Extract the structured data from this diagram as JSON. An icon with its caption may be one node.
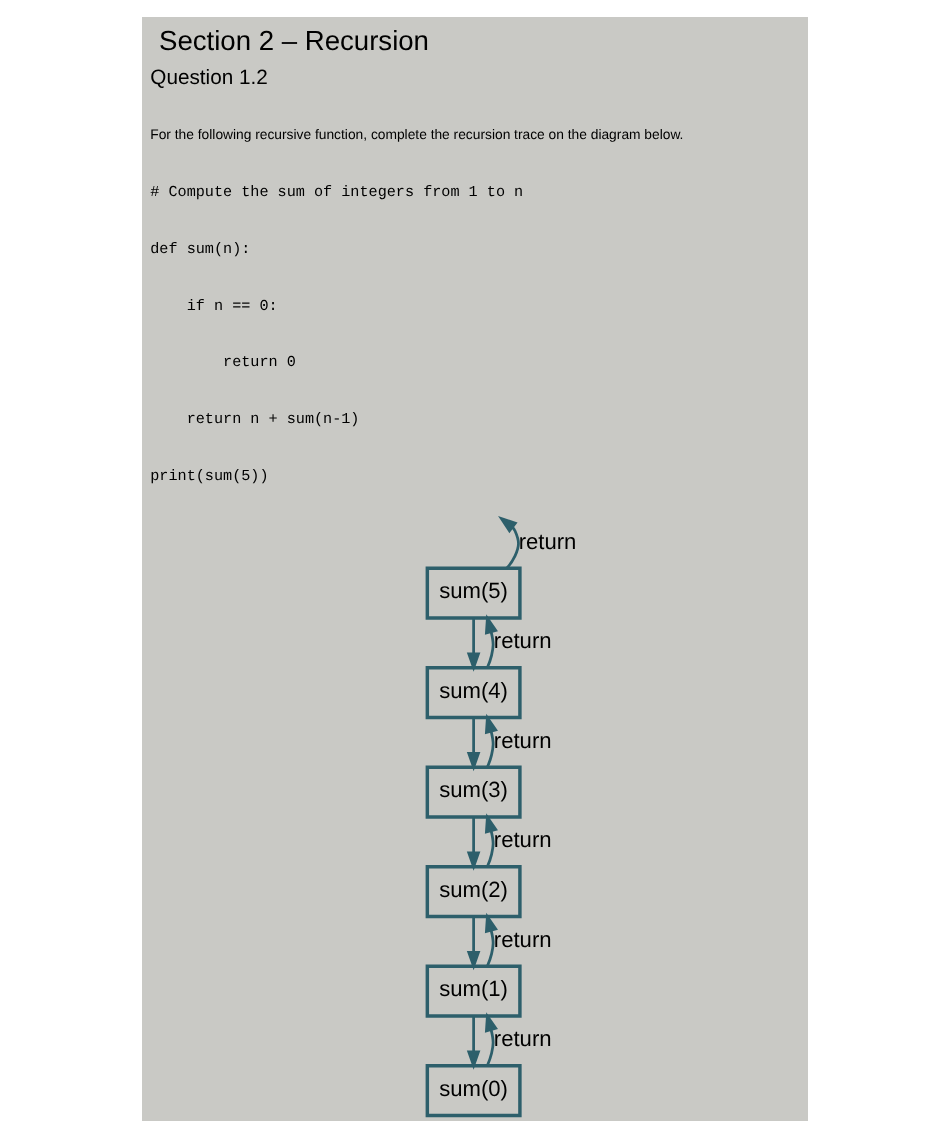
{
  "diagram": {
    "title": "Section 2 – Recursion",
    "nodes": [
      {
        "text": [
          "sum(5)"
        ]
      },
      {
        "text": [
          "sum(4)"
        ]
      },
      {
        "text": [
          "sum(3)"
        ]
      },
      {
        "text": [
          "sum(2)"
        ]
      },
      {
        "text": [
          "sum(1)"
        ]
      },
      {
        "text": [
          "sum(0)"
        ]
      }
    ],
    "edges": [
      {
        "from": 0,
        "to": 1,
        "arrow": "to"
      },
      {
        "from": 1,
        "to": 2,
        "arrow": "to"
      },
      {
        "from": 2,
        "to": 3,
        "arrow": "to"
      },
      {
        "from": 3,
        "to": 4,
        "arrow": "to"
      },
      {
        "from": 4,
        "to": 5,
        "arrow": "to"
      },
      {
        "from": 0,
        "to": null,
        "arrow": "to",
        "label": "return"
      },
      {
        "from": 1,
        "to": 0,
        "arrow": "to",
        "label": "return"
      },
      {
        "from": 2,
        "to": 1,
        "arrow": "to",
        "label": "return"
      },
      {
        "from": 3,
        "to": 2,
        "arrow": "to",
        "label": "return"
      },
      {
        "from": 4,
        "to": 3,
        "arrow": "to",
        "label": "return"
      },
      {
        "from": 5,
        "to": 4,
        "arrow": "to",
        "label": "return"
      }
    ],
    "labels": [
      "Question 1.2",
      "For the following recursive function, complete the recursion trace on the diagram below.",
      "# Compute the sum of integers from 1 to n",
      "def sum(n):",
      "    if n == 0:",
      "        return 0",
      "    return n + sum(n-1)",
      "print(sum(5))"
    ]
  }
}
